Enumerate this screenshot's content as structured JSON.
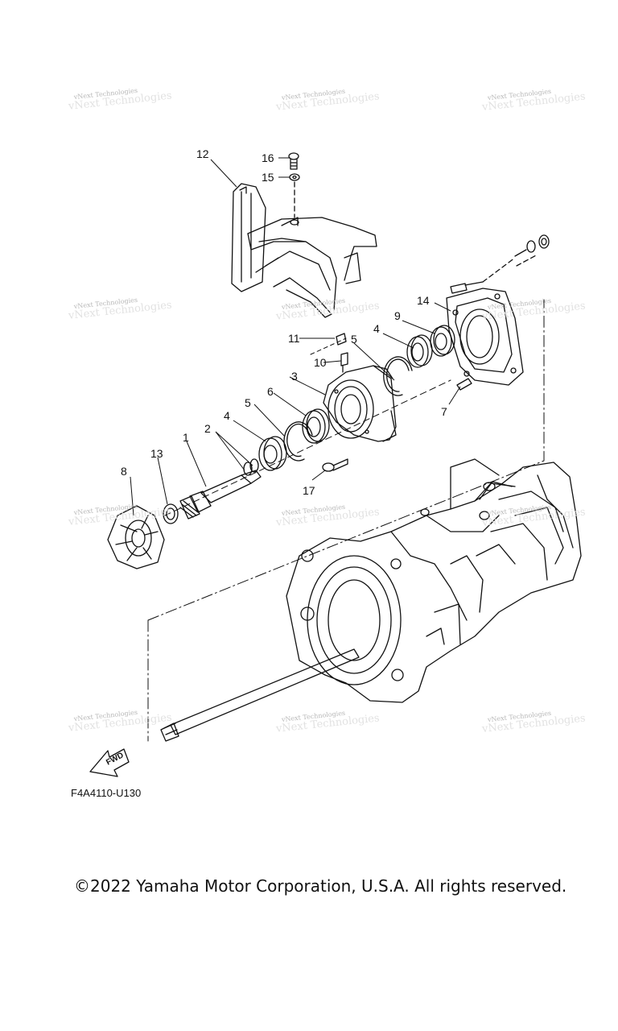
{
  "diagram": {
    "reference_code": "F4A4110-U130",
    "fwd_label": "FWD",
    "callouts": [
      "1",
      "2",
      "3",
      "4",
      "4",
      "5",
      "5",
      "6",
      "7",
      "8",
      "9",
      "10",
      "11",
      "12",
      "13",
      "14",
      "15",
      "16",
      "17"
    ],
    "watermark_text": "vNext Technologies"
  },
  "footer": {
    "copyright": "©2022 Yamaha Motor Corporation, U.S.A. All rights reserved."
  }
}
